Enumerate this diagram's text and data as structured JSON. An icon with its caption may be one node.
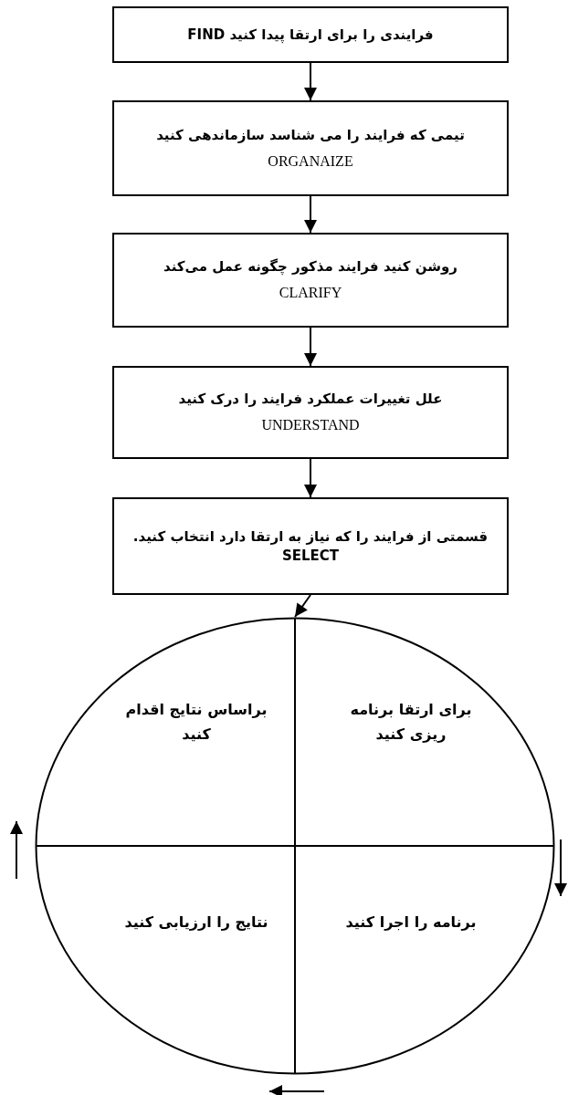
{
  "diagram": {
    "nodes": [
      {
        "text": [
          "فرایندی را برای ارتقا پیدا کنید FIND"
        ]
      },
      {
        "text": [
          "تیمی که فرایند را می شناسد سازماندهی کنید",
          "ORGANAIZE"
        ]
      },
      {
        "text": [
          "روشن کنید فرایند مذکور چگونه عمل می‌کند",
          "CLARIFY"
        ]
      },
      {
        "text": [
          "علل تغییرات عملکرد فرایند را درک کنید",
          "UNDERSTAND"
        ]
      },
      {
        "text": [
          "قسمتی از فرایند را که نیاز به ارتقا دارد انتخاب کنید. SELECT"
        ]
      },
      {
        "text": [],
        "shape": "circle"
      },
      {
        "text": [
          "براساس نتایج اقدام کنید"
        ],
        "in": 5
      },
      {
        "text": [
          "برای ارتقا برنامه ریزی کنید"
        ],
        "in": 5
      },
      {
        "text": [
          "نتایج را ارزیابی کنید"
        ],
        "in": 5
      },
      {
        "text": [
          "برنامه را اجرا کنید"
        ],
        "in": 5
      }
    ],
    "edges": [
      {
        "from": 0,
        "to": 1,
        "arrow": "to"
      },
      {
        "from": 1,
        "to": 2,
        "arrow": "to"
      },
      {
        "from": 2,
        "to": 3,
        "arrow": "to"
      },
      {
        "from": 3,
        "to": 4,
        "arrow": "to"
      },
      {
        "from": 4,
        "to": 5,
        "arrow": "to"
      }
    ]
  }
}
